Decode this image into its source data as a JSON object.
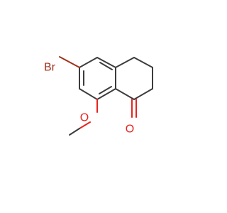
{
  "molecule": {
    "atom_labels": {
      "bromine": "Br",
      "methoxy_oxygen": "O",
      "carbonyl_oxygen": "O"
    },
    "colors": {
      "bond": "#3c3c3c",
      "oxygen": "#e8231f",
      "bromine": "#a0301c",
      "background": "#ffffff"
    }
  }
}
